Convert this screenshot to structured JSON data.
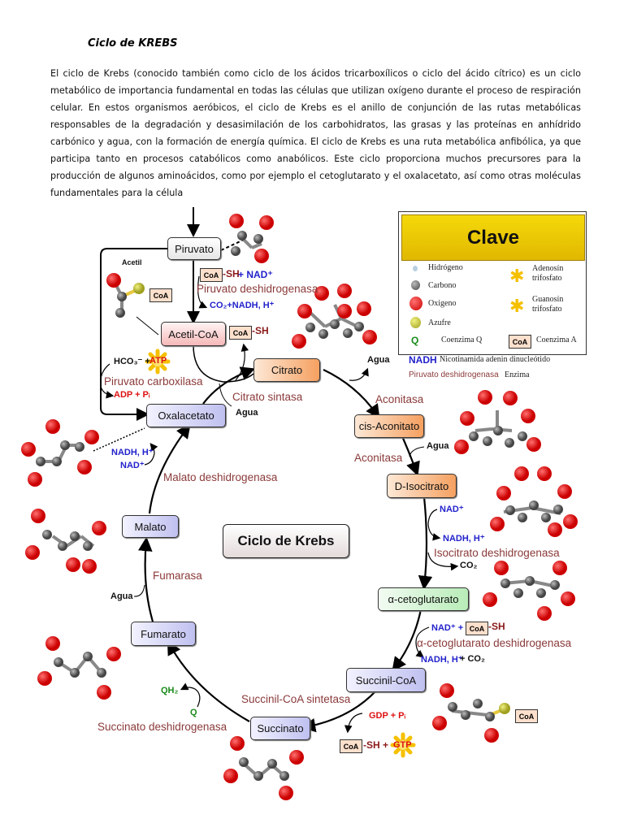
{
  "document": {
    "title": "Ciclo de KREBS",
    "paragraph": "El ciclo de Krebs (conocido también como ciclo de los ácidos tricarboxílicos o ciclo del ácido cítrico) es un ciclo metabólico de importancia fundamental en todas las células que utilizan oxígeno durante el proceso de respiración celular. En estos organismos aeróbicos, el ciclo de Krebs es el anillo de conjunción de las rutas metabólicas responsables de la degradación y desasimilación de los carbohidratos, las grasas y las proteínas en anhídrido carbónico y agua, con la formación de energía química. El ciclo de Krebs es una ruta metabólica anfibólica, ya que participa tanto en procesos catabólicos como anabólicos. Este ciclo proporciona muchos precursores para la producción de algunos aminoácidos, como por ejemplo el cetoglutarato y el oxalacetato, así como otras moléculas fundamentales para la célula"
  },
  "diagram": {
    "center_label": "Ciclo de Krebs",
    "nodes": {
      "piruvato": "Piruvato",
      "acetil_coa": "Acetil-CoA",
      "citrato": "Citrato",
      "cis_aconitato": "cis-Aconitato",
      "d_isocitrato": "D-Isocitrato",
      "cetoglutarato": "α-cetoglutarato",
      "succinil_coa": "Succinil-CoA",
      "succinato": "Succinato",
      "fumarato": "Fumarato",
      "malato": "Malato",
      "oxalacetato": "Oxalacetato"
    },
    "enzymes": {
      "piruvato_deshidrogenasa": "Piruvato deshidrogenasa",
      "piruvato_carboxilasa": "Piruvato carboxilasa",
      "citrato_sintasa": "Citrato sintasa",
      "aconitasa_1": "Aconitasa",
      "aconitasa_2": "Aconitasa",
      "isocitrato_deshidrogenasa": "Isocitrato deshidrogenasa",
      "cetoglutarato_deshidrogenasa": "α-cetoglutarato deshidrogenasa",
      "succinil_coa_sintetasa": "Succinil-CoA sintetasa",
      "succinato_deshidrogenasa": "Succinato deshidrogenasa",
      "fumarasa": "Fumarasa",
      "malato_deshidrogenasa": "Malato deshidrogenasa"
    },
    "cofactors": {
      "acetil": "Acetil",
      "coa": "CoA",
      "sh": "-SH",
      "plus_nad": "+ NAD⁺",
      "co2_nadh": "CO₂+NADH, H⁺",
      "hco3": "HCO₃⁻ +",
      "atp": "ATP",
      "gtp": "GTP",
      "adp_pi": "ADP + Pᵢ",
      "agua": "Agua",
      "nad": "NAD⁺",
      "nadh_h": "NADH, H⁺",
      "co2": "CO₂",
      "nad_plus": "NAD⁺ +",
      "nadh_h_co2_blue": "NADH, H⁺",
      "plus_co2": "+ CO₂",
      "gdp_pi": "GDP + Pᵢ",
      "sh_plus": "-SH +",
      "qh2": "QH₂",
      "q": "Q"
    }
  },
  "legend": {
    "title": "Clave",
    "items": {
      "hidrogeno": "Hidrógeno",
      "carbono": "Carbono",
      "oxigeno": "Oxigeno",
      "azufre": "Azufre",
      "adenosin": "Adenosín trifosfato",
      "guanosin": "Guanosín trifosfato",
      "q_symbol": "Q",
      "coenzima_q": "Coenzima Q",
      "coa_symbol": "CoA",
      "coenzima_a": "Coenzima A",
      "nadh_symbol": "NADH",
      "nadh_desc": "Nicotinamida adenin dinucleótido",
      "enzyme_example": "Piruvato deshidrogenasa",
      "enzyme_desc": "Enzima"
    },
    "colors": {
      "header": "#f0cf0a",
      "hydrogen": "#b8cfe0",
      "carbon": "#666666",
      "oxygen": "#dd1111",
      "sulfur": "#c8c83a",
      "enzyme_text": "#8b3a3a",
      "nadh_text": "#2222cc",
      "q_text": "#1a8a1a"
    }
  }
}
